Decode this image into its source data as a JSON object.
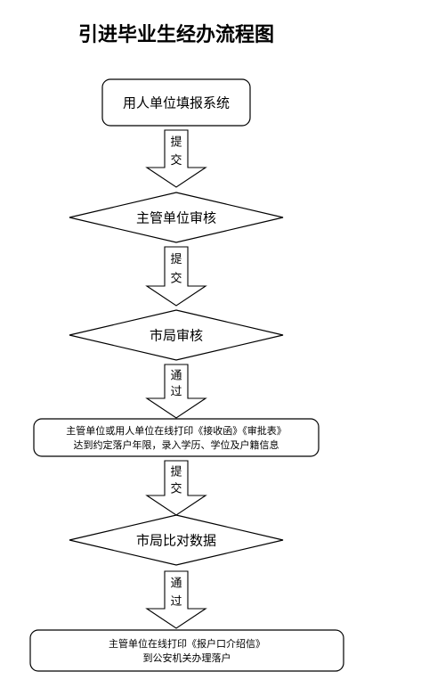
{
  "title": "引进毕业生经办流程图",
  "nodes": [
    {
      "id": "n1",
      "shape": "rounded-rect",
      "lines": [
        "用人单位填报系统"
      ]
    },
    {
      "id": "n2",
      "shape": "diamond",
      "lines": [
        "主管单位审核"
      ]
    },
    {
      "id": "n3",
      "shape": "diamond",
      "lines": [
        "市局审核"
      ]
    },
    {
      "id": "n4",
      "shape": "rounded-rect",
      "lines": [
        "主管单位或用人单位在线打印《接收函》《审批表》",
        "达到约定落户年限，录入学历、学位及户籍信息"
      ]
    },
    {
      "id": "n5",
      "shape": "diamond",
      "lines": [
        "市局比对数据"
      ]
    },
    {
      "id": "n6",
      "shape": "rounded-rect",
      "lines": [
        "主管单位在线打印《报户口介绍信》",
        "到公安机关办理落户"
      ]
    }
  ],
  "arrows": [
    {
      "from": "n1",
      "to": "n2",
      "chars": [
        "提",
        "交"
      ]
    },
    {
      "from": "n2",
      "to": "n3",
      "chars": [
        "提",
        "交"
      ]
    },
    {
      "from": "n3",
      "to": "n4",
      "chars": [
        "通",
        "过"
      ]
    },
    {
      "from": "n4",
      "to": "n5",
      "chars": [
        "提",
        "交"
      ]
    },
    {
      "from": "n5",
      "to": "n6",
      "chars": [
        "通",
        "过"
      ]
    }
  ]
}
